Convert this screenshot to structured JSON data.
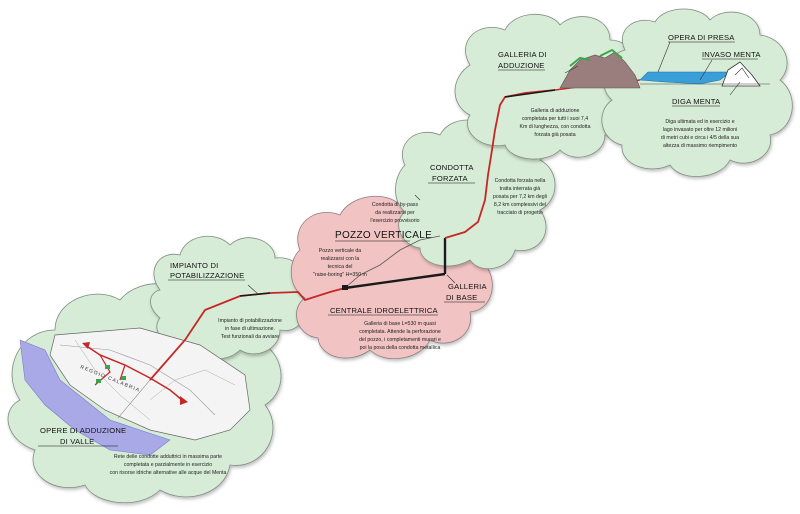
{
  "labels": {
    "opera_di_presa": "OPERA DI PRESA",
    "invaso_menta": "INVASO MENTA",
    "diga_menta": "DIGA MENTA",
    "galleria_adduzione": [
      "GALLERIA DI",
      "ADDUZIONE"
    ],
    "condotta_forzata": [
      "CONDOTTA",
      "FORZATA"
    ],
    "pozzo_verticale": "POZZO VERTICALE",
    "galleria_base": [
      "GALLERIA",
      "DI BASE"
    ],
    "centrale": "CENTRALE IDROELETTRICA",
    "impianto": [
      "IMPIANTO DI",
      "POTABILIZZAZIONE"
    ],
    "opere_valle": [
      "OPERE DI ADDUZIONE",
      "DI VALLE"
    ],
    "reggio": "REGGIO CALABRIA"
  },
  "descriptions": {
    "diga": [
      "Diga ultimata ed in esercizio e",
      "lago invasato per oltre 12 milioni",
      "di metri cubi e circa i 4/5 della sua",
      "altezza di massimo riempimento"
    ],
    "galleria_adduzione": [
      "Galleria di adduzione",
      "completata per tutti i suoi 7,4",
      "Km di lunghezza, con condotta",
      "forzata già posata"
    ],
    "condotta": [
      "Condotta forzata nella",
      "tratta interrata già",
      "posata per 7,2 km degli",
      "8,2 km complessivi del",
      "tracciato di progetto"
    ],
    "bypass": [
      "Condotta di by-pass",
      "da realizzarsi per",
      "l'esercizio provvisorio"
    ],
    "pozzo": [
      "Pozzo verticale da",
      "realizzarsi con la",
      "tecnica del",
      "\"raise-boring\" H=350 m"
    ],
    "galleria_base": [
      "Galleria di base L=530 m quasi",
      "completata. Attende la perforazione",
      "del pozzo, i completamenti murari e",
      "poi la posa della condotta metallica"
    ],
    "impianto": [
      "Impianto di potabilizzazione",
      "in fase di ultimazione.",
      "Test funzionali da avviare"
    ],
    "valle": [
      "Rete delle condotte adduttrici in massima parte",
      "completata e parzialmente in esercizio",
      "con risorse idriche alternative alle acque del Menta"
    ]
  },
  "colors": {
    "cloud_green": "#d7ecd6",
    "cloud_pink": "#f2c3c3",
    "cloud_stroke": "#7f8d80",
    "pipe_red": "#c62626",
    "pipe_black": "#1a1a1a",
    "water": "#3a9fd9",
    "mountain": "#9a7d7d",
    "sea": "#a9a9e8"
  }
}
